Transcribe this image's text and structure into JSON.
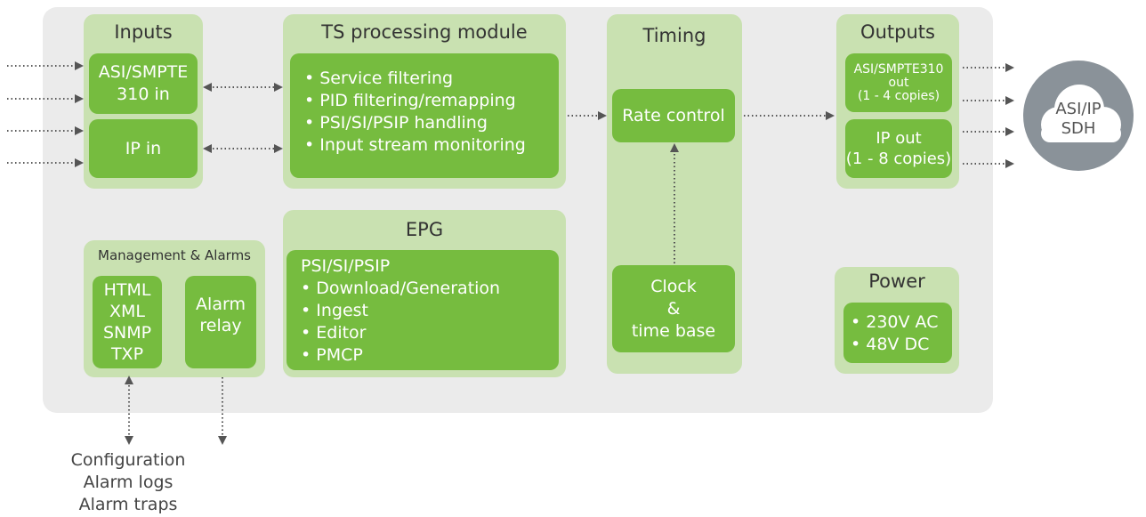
{
  "inputs": {
    "title": "Inputs",
    "asi": [
      "ASI/SMPTE",
      "310 in"
    ],
    "ip": "IP in"
  },
  "ts_processing": {
    "title": "TS processing module",
    "bullets": [
      "Service filtering",
      "PID filtering/remapping",
      "PSI/SI/PSIP handling",
      "Input stream monitoring"
    ]
  },
  "epg": {
    "title": "EPG",
    "heading": "PSI/SI/PSIP",
    "bullets": [
      "Download/Generation",
      "Ingest",
      "Editor",
      "PMCP"
    ]
  },
  "timing": {
    "title": "Timing",
    "rate_control": "Rate control",
    "clock": [
      "Clock",
      "&",
      "time base"
    ]
  },
  "outputs": {
    "title": "Outputs",
    "asi": [
      "ASI/SMPTE310",
      "out",
      "(1 - 4 copies)"
    ],
    "ip": [
      "IP out",
      "(1 - 8 copies)"
    ]
  },
  "management": {
    "title": "Management & Alarms",
    "protocols": [
      "HTML",
      "XML",
      "SNMP",
      "TXP"
    ],
    "alarm_relay": [
      "Alarm",
      "relay"
    ]
  },
  "power": {
    "title": "Power",
    "bullets": [
      "230V AC",
      "48V DC"
    ]
  },
  "cloud": {
    "lines": [
      "ASI/IP",
      "SDH"
    ]
  },
  "bottom_caption": [
    "Configuration",
    "Alarm logs",
    "Alarm traps"
  ],
  "colors": {
    "panel": "#ebebeb",
    "group": "#c9e1b1",
    "block": "#76bc3f",
    "cloud": "#8a9299",
    "arrow": "#555555"
  }
}
